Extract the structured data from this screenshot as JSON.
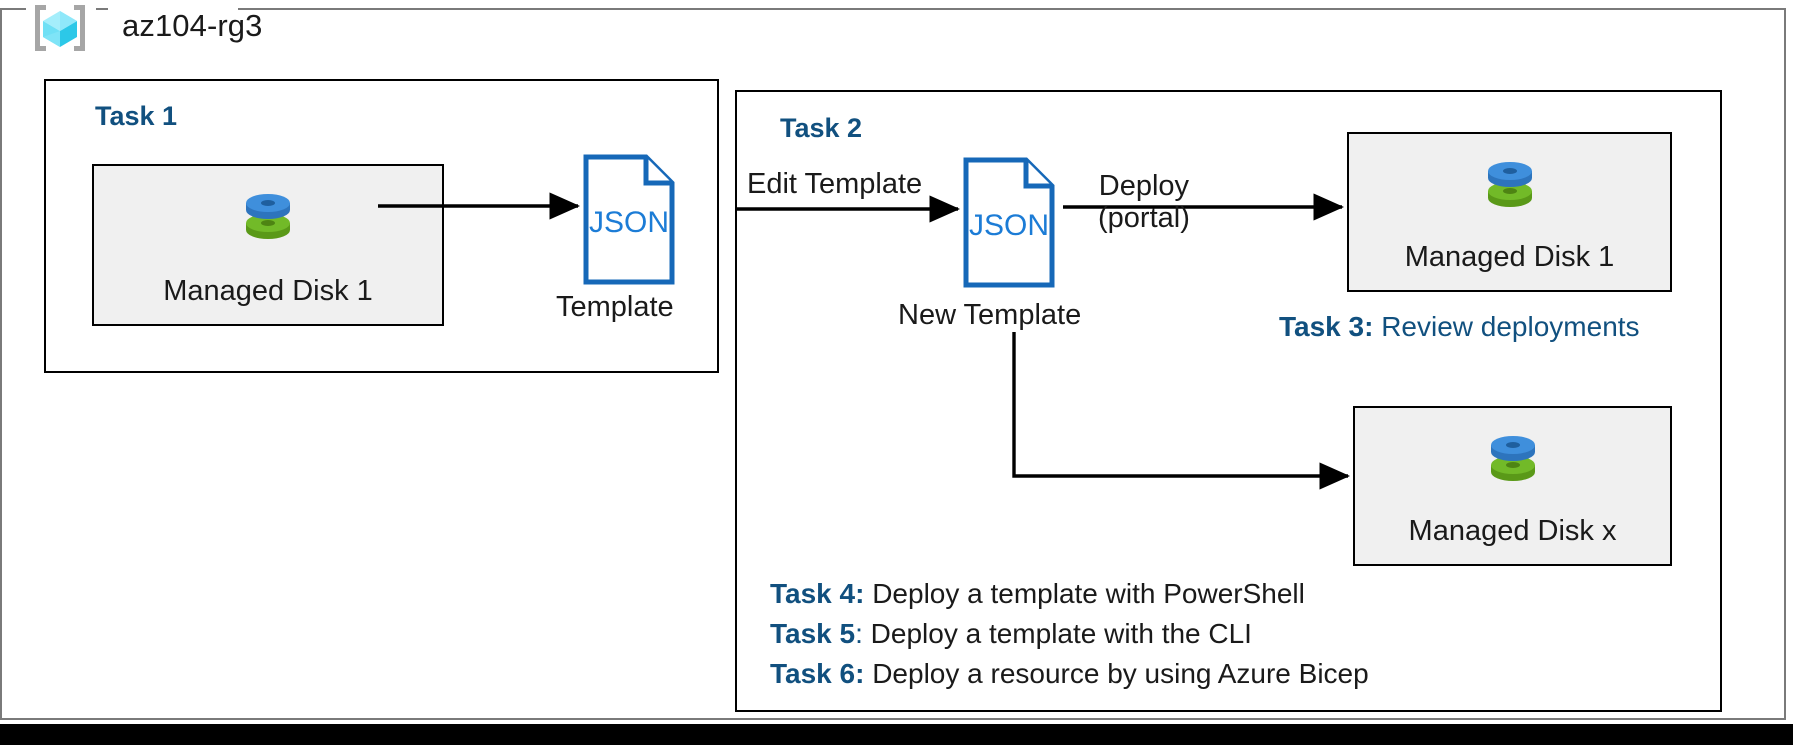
{
  "diagram": {
    "title": "az104-rg3",
    "resource_group_icon": "azure-resource-group-icon"
  },
  "groups": [
    {
      "heading": "Task 1"
    },
    {
      "heading": "Task 2"
    }
  ],
  "resources": [
    {
      "label": "Managed Disk 1",
      "icon": "managed-disk-icon"
    },
    {
      "label": "Managed Disk 1",
      "icon": "managed-disk-icon"
    },
    {
      "label": "Managed Disk x",
      "icon": "managed-disk-icon"
    }
  ],
  "documents": [
    {
      "type_label": "JSON",
      "caption": "Template",
      "icon": "json-file-icon"
    },
    {
      "type_label": "JSON",
      "caption": "New Template",
      "icon": "json-file-icon"
    }
  ],
  "edges": [
    {
      "label": ""
    },
    {
      "label": "Edit Template"
    },
    {
      "label_line1": "Deploy",
      "label_line2": "(portal)"
    },
    {
      "label": ""
    }
  ],
  "notes": [
    {
      "key": "Task 3:",
      "separator": "",
      "text": " Review deployments",
      "style": "all-blue"
    },
    {
      "key": "Task 4:",
      "separator": "",
      "text": " Deploy a template with PowerShell",
      "style": "mixed"
    },
    {
      "key": "Task 5",
      "separator": ":",
      "text": " Deploy a template with the CLI",
      "style": "mixed"
    },
    {
      "key": "Task 6:",
      "separator": "",
      "text": " Deploy a resource by using Azure Bicep",
      "style": "mixed"
    }
  ],
  "colors": {
    "accent_blue": "#11507f",
    "doc_outline": "#1668b8",
    "disk_blue": "#3f8fdc",
    "disk_green": "#72ba28",
    "card_fill": "#f0f0f0",
    "line": "#000000",
    "frame": "#7a7a7a"
  }
}
